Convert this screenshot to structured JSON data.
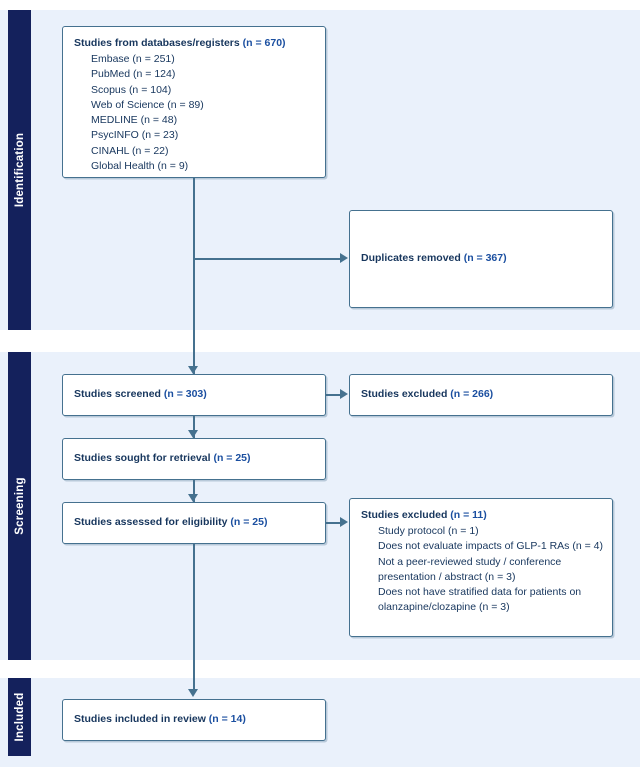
{
  "diagram": {
    "type": "prisma-flow-diagram",
    "colors": {
      "band": "#14215c",
      "stage_background": "#eaf1fb",
      "box_border": "#45718f",
      "text": "#17365d",
      "count_accent": "#1b4fa0",
      "page_background": "#ffffff"
    }
  },
  "stages": [
    {
      "id": "identification",
      "label": "Identification"
    },
    {
      "id": "screening",
      "label": "Screening"
    },
    {
      "id": "included",
      "label": "Included"
    }
  ],
  "boxes": {
    "records": {
      "header": "Studies from databases/registers ",
      "header_count": "(n = 670)",
      "sources": [
        "Embase (n = 251)",
        "PubMed (n = 124)",
        "Scopus (n = 104)",
        "Web of Science (n = 89)",
        "MEDLINE (n = 48)",
        "PsycINFO (n = 23)",
        "CINAHL (n = 22)",
        "Global Health (n = 9)"
      ]
    },
    "duplicates": {
      "header": "Duplicates removed ",
      "header_count": "(n = 367)"
    },
    "screened": {
      "header": "Studies screened ",
      "header_count": "(n = 303)"
    },
    "excluded_screening": {
      "header": "Studies excluded ",
      "header_count": "(n = 266)"
    },
    "retrieval": {
      "header": "Studies sought for retrieval ",
      "header_count": "(n = 25)"
    },
    "eligibility": {
      "header": "Studies assessed for eligibility ",
      "header_count": "(n = 25)"
    },
    "excluded_eligibility": {
      "header": "Studies excluded ",
      "header_count": "(n = 11)",
      "reasons": [
        "Study protocol (n = 1)",
        "Does not evaluate impacts of GLP-1 RAs (n = 4)",
        "Not a peer-reviewed study / conference",
        "presentation / abstract (n = 3)",
        "Does not have stratified data for patients on",
        "olanzapine/clozapine (n = 3)"
      ]
    },
    "included": {
      "header": "Studies included in review ",
      "header_count": "(n = 14)"
    }
  },
  "chart_data": {
    "type": "diagram",
    "title": "PRISMA 2020 flow diagram",
    "nodes": [
      {
        "id": "records",
        "stage": "identification",
        "label": "Studies from databases/registers",
        "n": 670
      },
      {
        "id": "embase",
        "stage": "identification",
        "label": "Embase",
        "n": 251
      },
      {
        "id": "pubmed",
        "stage": "identification",
        "label": "PubMed",
        "n": 124
      },
      {
        "id": "scopus",
        "stage": "identification",
        "label": "Scopus",
        "n": 104
      },
      {
        "id": "wos",
        "stage": "identification",
        "label": "Web of Science",
        "n": 89
      },
      {
        "id": "medline",
        "stage": "identification",
        "label": "MEDLINE",
        "n": 48
      },
      {
        "id": "psycinfo",
        "stage": "identification",
        "label": "PsycINFO",
        "n": 23
      },
      {
        "id": "cinahl",
        "stage": "identification",
        "label": "CINAHL",
        "n": 22
      },
      {
        "id": "globalhealth",
        "stage": "identification",
        "label": "Global Health",
        "n": 9
      },
      {
        "id": "duplicates",
        "stage": "identification",
        "label": "Duplicates removed",
        "n": 367
      },
      {
        "id": "screened",
        "stage": "screening",
        "label": "Studies screened",
        "n": 303
      },
      {
        "id": "excluded_screening",
        "stage": "screening",
        "label": "Studies excluded",
        "n": 266
      },
      {
        "id": "retrieval",
        "stage": "screening",
        "label": "Studies sought for retrieval",
        "n": 25
      },
      {
        "id": "eligibility",
        "stage": "screening",
        "label": "Studies assessed for eligibility",
        "n": 25
      },
      {
        "id": "excluded_eligibility",
        "stage": "screening",
        "label": "Studies excluded",
        "n": 11
      },
      {
        "id": "included",
        "stage": "included",
        "label": "Studies included in review",
        "n": 14
      }
    ],
    "exclusion_reasons": [
      {
        "reason": "Study protocol",
        "n": 1
      },
      {
        "reason": "Does not evaluate impacts of GLP-1 RAs",
        "n": 4
      },
      {
        "reason": "Not a peer-reviewed study / conference presentation / abstract",
        "n": 3
      },
      {
        "reason": "Does not have stratified data for patients on olanzapine/clozapine",
        "n": 3
      }
    ],
    "edges": [
      {
        "from": "records",
        "to": "duplicates"
      },
      {
        "from": "records",
        "to": "screened"
      },
      {
        "from": "screened",
        "to": "excluded_screening"
      },
      {
        "from": "screened",
        "to": "retrieval"
      },
      {
        "from": "retrieval",
        "to": "eligibility"
      },
      {
        "from": "eligibility",
        "to": "excluded_eligibility"
      },
      {
        "from": "eligibility",
        "to": "included"
      }
    ]
  }
}
